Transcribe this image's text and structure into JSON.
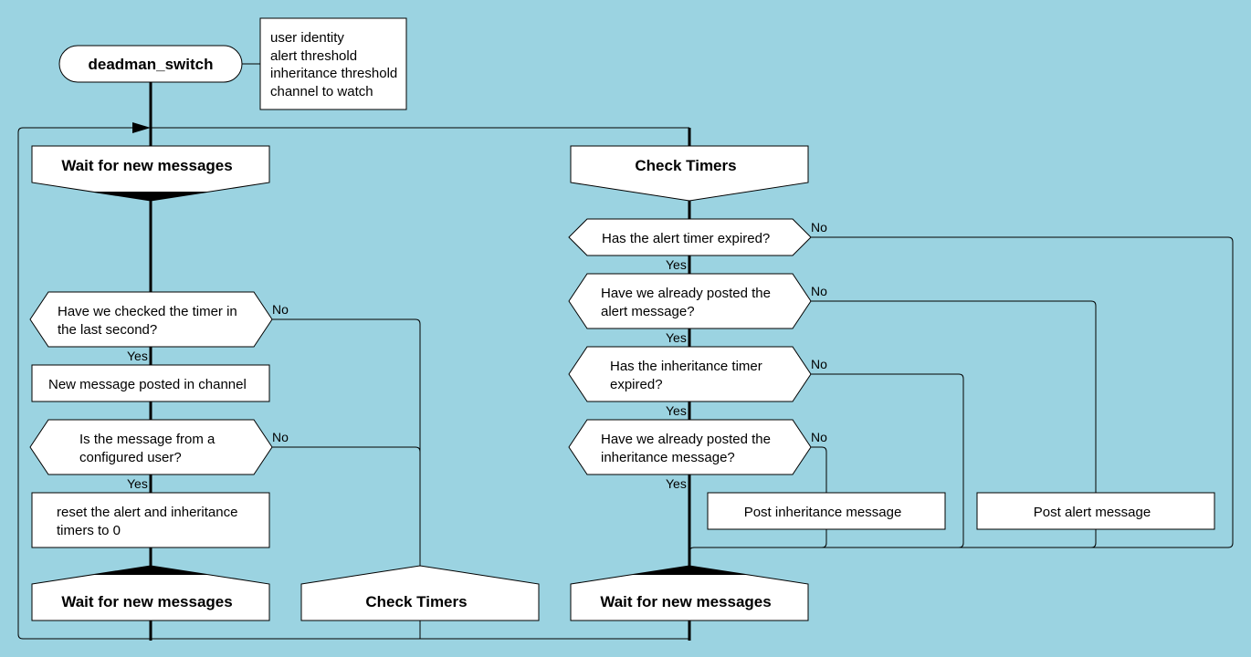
{
  "start": {
    "label": "deadman_switch"
  },
  "params": {
    "lines": [
      "user identity",
      "alert threshold",
      "inheritance threshold",
      "channel to watch"
    ]
  },
  "left": {
    "wait_top": "Wait for new messages",
    "q_timer_line1": "Have we checked the timer in",
    "q_timer_line2": "the last second?",
    "action_new": "New message posted in channel",
    "q_user_line1": "Is the message from a",
    "q_user_line2": "configured user?",
    "action_reset_line1": "reset the alert and inheritance",
    "action_reset_line2": "timers to 0",
    "wait_bottom": "Wait for new messages",
    "check_bottom": "Check Timers"
  },
  "right": {
    "check_top": "Check Timers",
    "q_alert_timer": "Has the alert timer expired?",
    "q_alert_posted_line1": "Have we already posted the",
    "q_alert_posted_line2": "alert message?",
    "q_inh_timer_line1": "Has the inheritance timer",
    "q_inh_timer_line2": "expired?",
    "q_inh_posted_line1": "Have we already posted the",
    "q_inh_posted_line2": "inheritance message?",
    "action_post_inh": "Post inheritance message",
    "action_post_alert": "Post alert message",
    "wait_bottom": "Wait for new messages"
  },
  "branch_labels": {
    "yes": "Yes",
    "no": "No"
  },
  "colors": {
    "background": "#9bd3e1",
    "shape_fill": "#ffffff",
    "line": "#000000"
  }
}
